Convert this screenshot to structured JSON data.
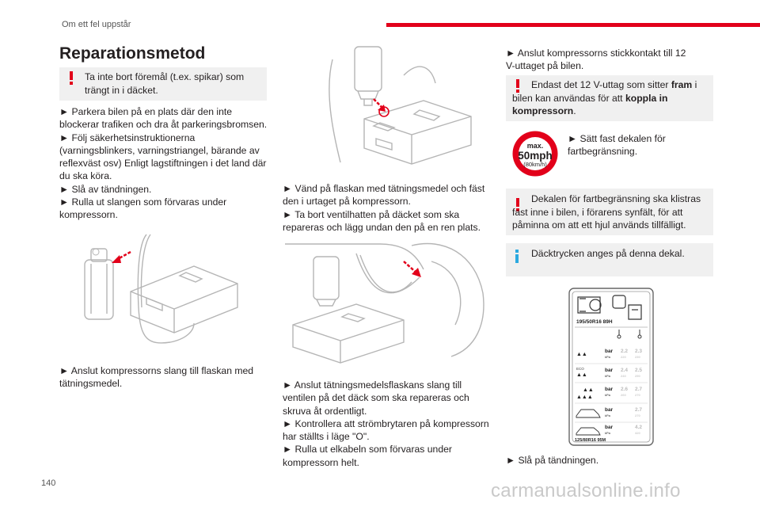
{
  "header": {
    "section": "Om ett fel uppstår"
  },
  "page_number": "140",
  "watermark": "carmanualsonline.info",
  "title": "Reparationsmetod",
  "warning1": "Ta inte bort föremål (t.ex. spikar) som trängt in i däcket.",
  "col1_steps": [
    "► Parkera bilen på en plats där den inte blockerar trafiken och dra åt parkeringsbromsen.",
    "► Följ säkerhetsinstruktionerna (varningsblinkers, varningstriangel, bärande av reflexväst osv) Enligt lagstiftningen i det land där du ska köra.",
    "► Slå av tändningen.",
    "► Rulla ut slangen som förvaras under kompressorn."
  ],
  "col1_step_bottom": "► Anslut kompressorns slang till flaskan med tätningsmedel.",
  "col2_steps_a": [
    "► Vänd på flaskan med tätningsmedel och fäst den i urtaget på kompressorn.",
    "► Ta bort ventilhatten på däcket som ska repareras och lägg undan den på en ren plats."
  ],
  "col2_steps_b": [
    "► Anslut tätningsmedelsflaskans slang till ventilen på det däck som ska repareras och skruva åt ordentligt.",
    "► Kontrollera att strömbrytaren på kompressorn har ställts i läge \"O\".",
    "► Rulla ut elkabeln som förvaras under kompressorn helt."
  ],
  "col3_step_top": "► Anslut kompressorns stickkontakt till 12 V-uttaget på bilen.",
  "warning2": {
    "pre": "Endast det 12 V-uttag som sitter ",
    "bold1": "fram",
    "mid": " i bilen kan användas för att ",
    "bold2": "koppla in kompressorn",
    "post": "."
  },
  "speed_sign": {
    "top": "max.",
    "speed": "50mph",
    "kmh": "(80km/h)"
  },
  "col3_sticker_step": "► Sätt fast dekalen för fartbegränsning.",
  "warning3": "Dekalen för fartbegränsning ska klistras fast inne i bilen, i förarens synfält, för att påminna om att ett hjul används tillfälligt.",
  "info1": "Däcktrycken anges på denna dekal.",
  "tyre_label": {
    "size_top": "195/50R16 89H",
    "size_bottom": "125/80R16 95M",
    "unit_bar": "bar",
    "unit_kpa": "kPa",
    "rows": [
      {
        "front": "2.2",
        "rear": "2.3",
        "front_kpa": "220",
        "rear_kpa": "230"
      },
      {
        "front": "2.4",
        "rear": "2.5",
        "front_kpa": "240",
        "rear_kpa": "250"
      },
      {
        "front": "2.6",
        "rear": "2.7",
        "front_kpa": "260",
        "rear_kpa": "270"
      },
      {
        "front": "",
        "rear": "2.7",
        "front_kpa": "",
        "rear_kpa": "270"
      },
      {
        "front": "",
        "rear": "4.2",
        "front_kpa": "",
        "rear_kpa": "420"
      }
    ],
    "eco": "ECO"
  },
  "col3_step_bottom": "► Slå på tändningen.",
  "colors": {
    "accent_red": "#e2001a",
    "info_blue": "#2ba9e0",
    "box_grey": "#f0f0f0"
  },
  "illustrations": [
    "compressor-hose-illustration",
    "compressor-bottle-illustration",
    "tyre-valve-illustration"
  ]
}
